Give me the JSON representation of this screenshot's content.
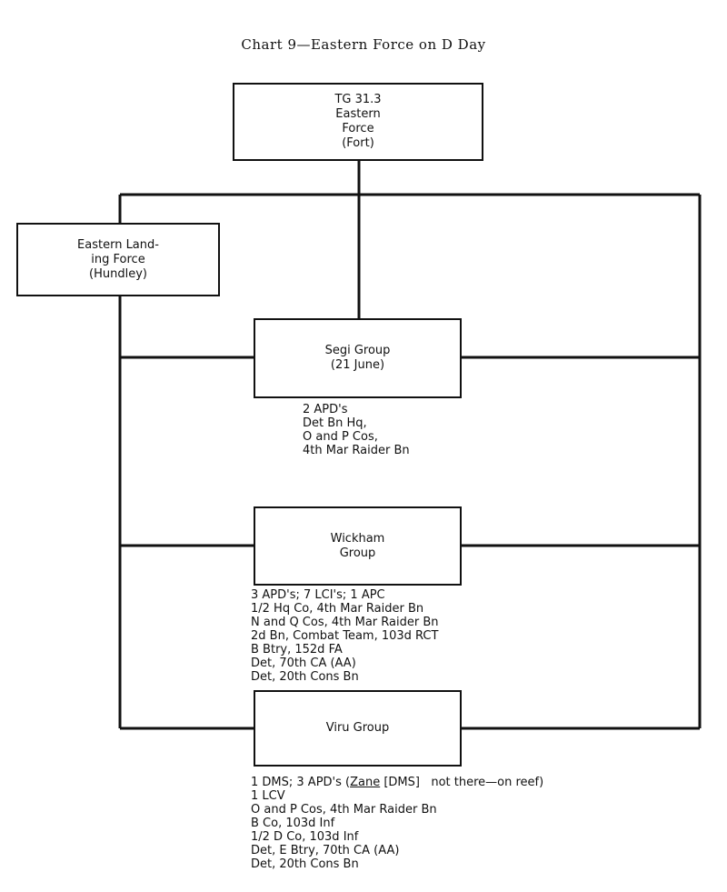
{
  "title": "Chart 9—Eastern Force on D Day",
  "tg_box": {
    "lines": [
      "TG 31.3",
      "Eastern",
      "Force",
      "(Fort)"
    ]
  },
  "landing_box": {
    "lines": [
      "Eastern Land-",
      "ing Force",
      "(Hundley)"
    ]
  },
  "segi": {
    "box": [
      "Segi Group",
      "(21 June)"
    ],
    "notes": [
      "2 APD's",
      "Det Bn Hq,",
      "O and P Cos,",
      "4th Mar Raider Bn"
    ]
  },
  "wickham": {
    "box": [
      "Wickham",
      "Group"
    ],
    "notes": [
      "3 APD's; 7 LCI's; 1 APC",
      "1/2 Hq Co, 4th Mar Raider Bn",
      "N and Q Cos, 4th Mar Raider Bn",
      "2d Bn, Combat Team, 103d RCT",
      "B Btry, 152d FA",
      "Det, 70th CA (AA)",
      "Det, 20th Cons Bn"
    ]
  },
  "viru": {
    "box": [
      "Viru Group"
    ],
    "notes_first": {
      "pre": "1 DMS; 3 APD's (",
      "ship": "Zane",
      "post": " [DMS]   not there—on reef)"
    },
    "notes": [
      "1 LCV",
      "O and P Cos, 4th Mar Raider Bn",
      "B Co, 103d Inf",
      "1/2 D Co, 103d Inf",
      "Det, E Btry, 70th CA (AA)",
      "Det, 20th Cons Bn"
    ]
  }
}
